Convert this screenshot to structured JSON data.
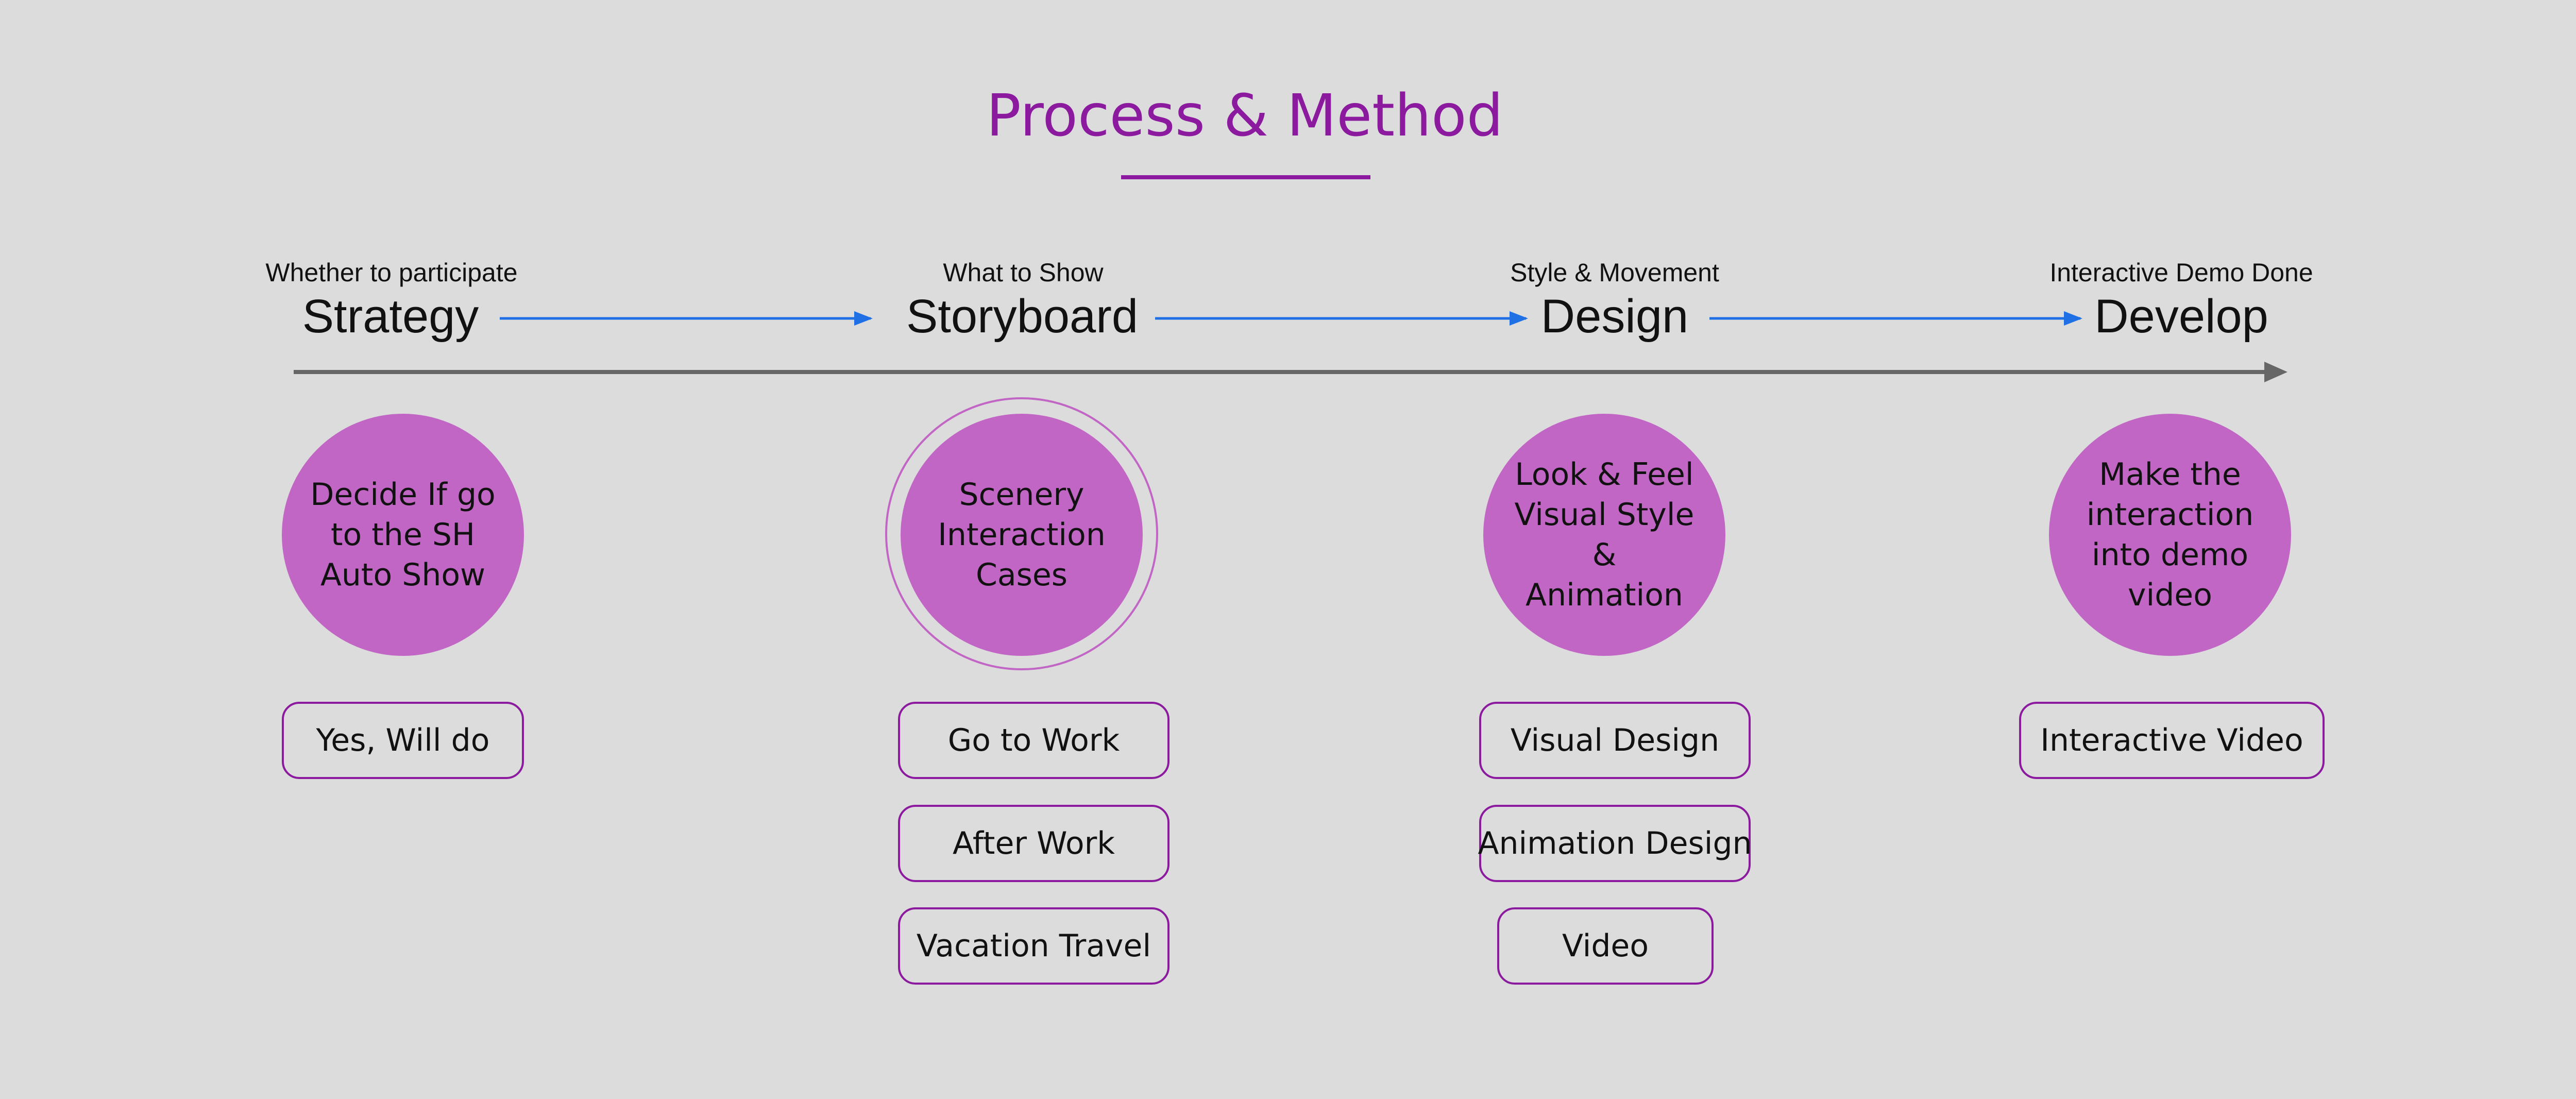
{
  "title": "Process & Method",
  "phases": [
    {
      "subtitle": "Whether to participate",
      "name": "Strategy",
      "circle": "Decide If go to the SH Auto Show",
      "outcomes": [
        "Yes, Will do"
      ]
    },
    {
      "subtitle": "What to Show",
      "name": "Storyboard",
      "circle": "Scenery Interaction Cases",
      "outcomes": [
        "Go to Work",
        "After Work",
        "Vacation Travel"
      ]
    },
    {
      "subtitle": "Style & Movement",
      "name": "Design",
      "circle": "Look & Feel Visual Style & Animation",
      "outcomes": [
        "Visual Design",
        "Animation Design",
        "Video"
      ]
    },
    {
      "subtitle": "Interactive Demo Done",
      "name": "Develop",
      "circle": "Make the interaction into demo video",
      "outcomes": [
        "Interactive Video"
      ]
    }
  ],
  "colors": {
    "accent": "#8b1a9f",
    "circle_fill": "#c266c6",
    "arrow_blue": "#1f6fe5",
    "timeline": "#666666",
    "background": "#dcdcdc"
  }
}
